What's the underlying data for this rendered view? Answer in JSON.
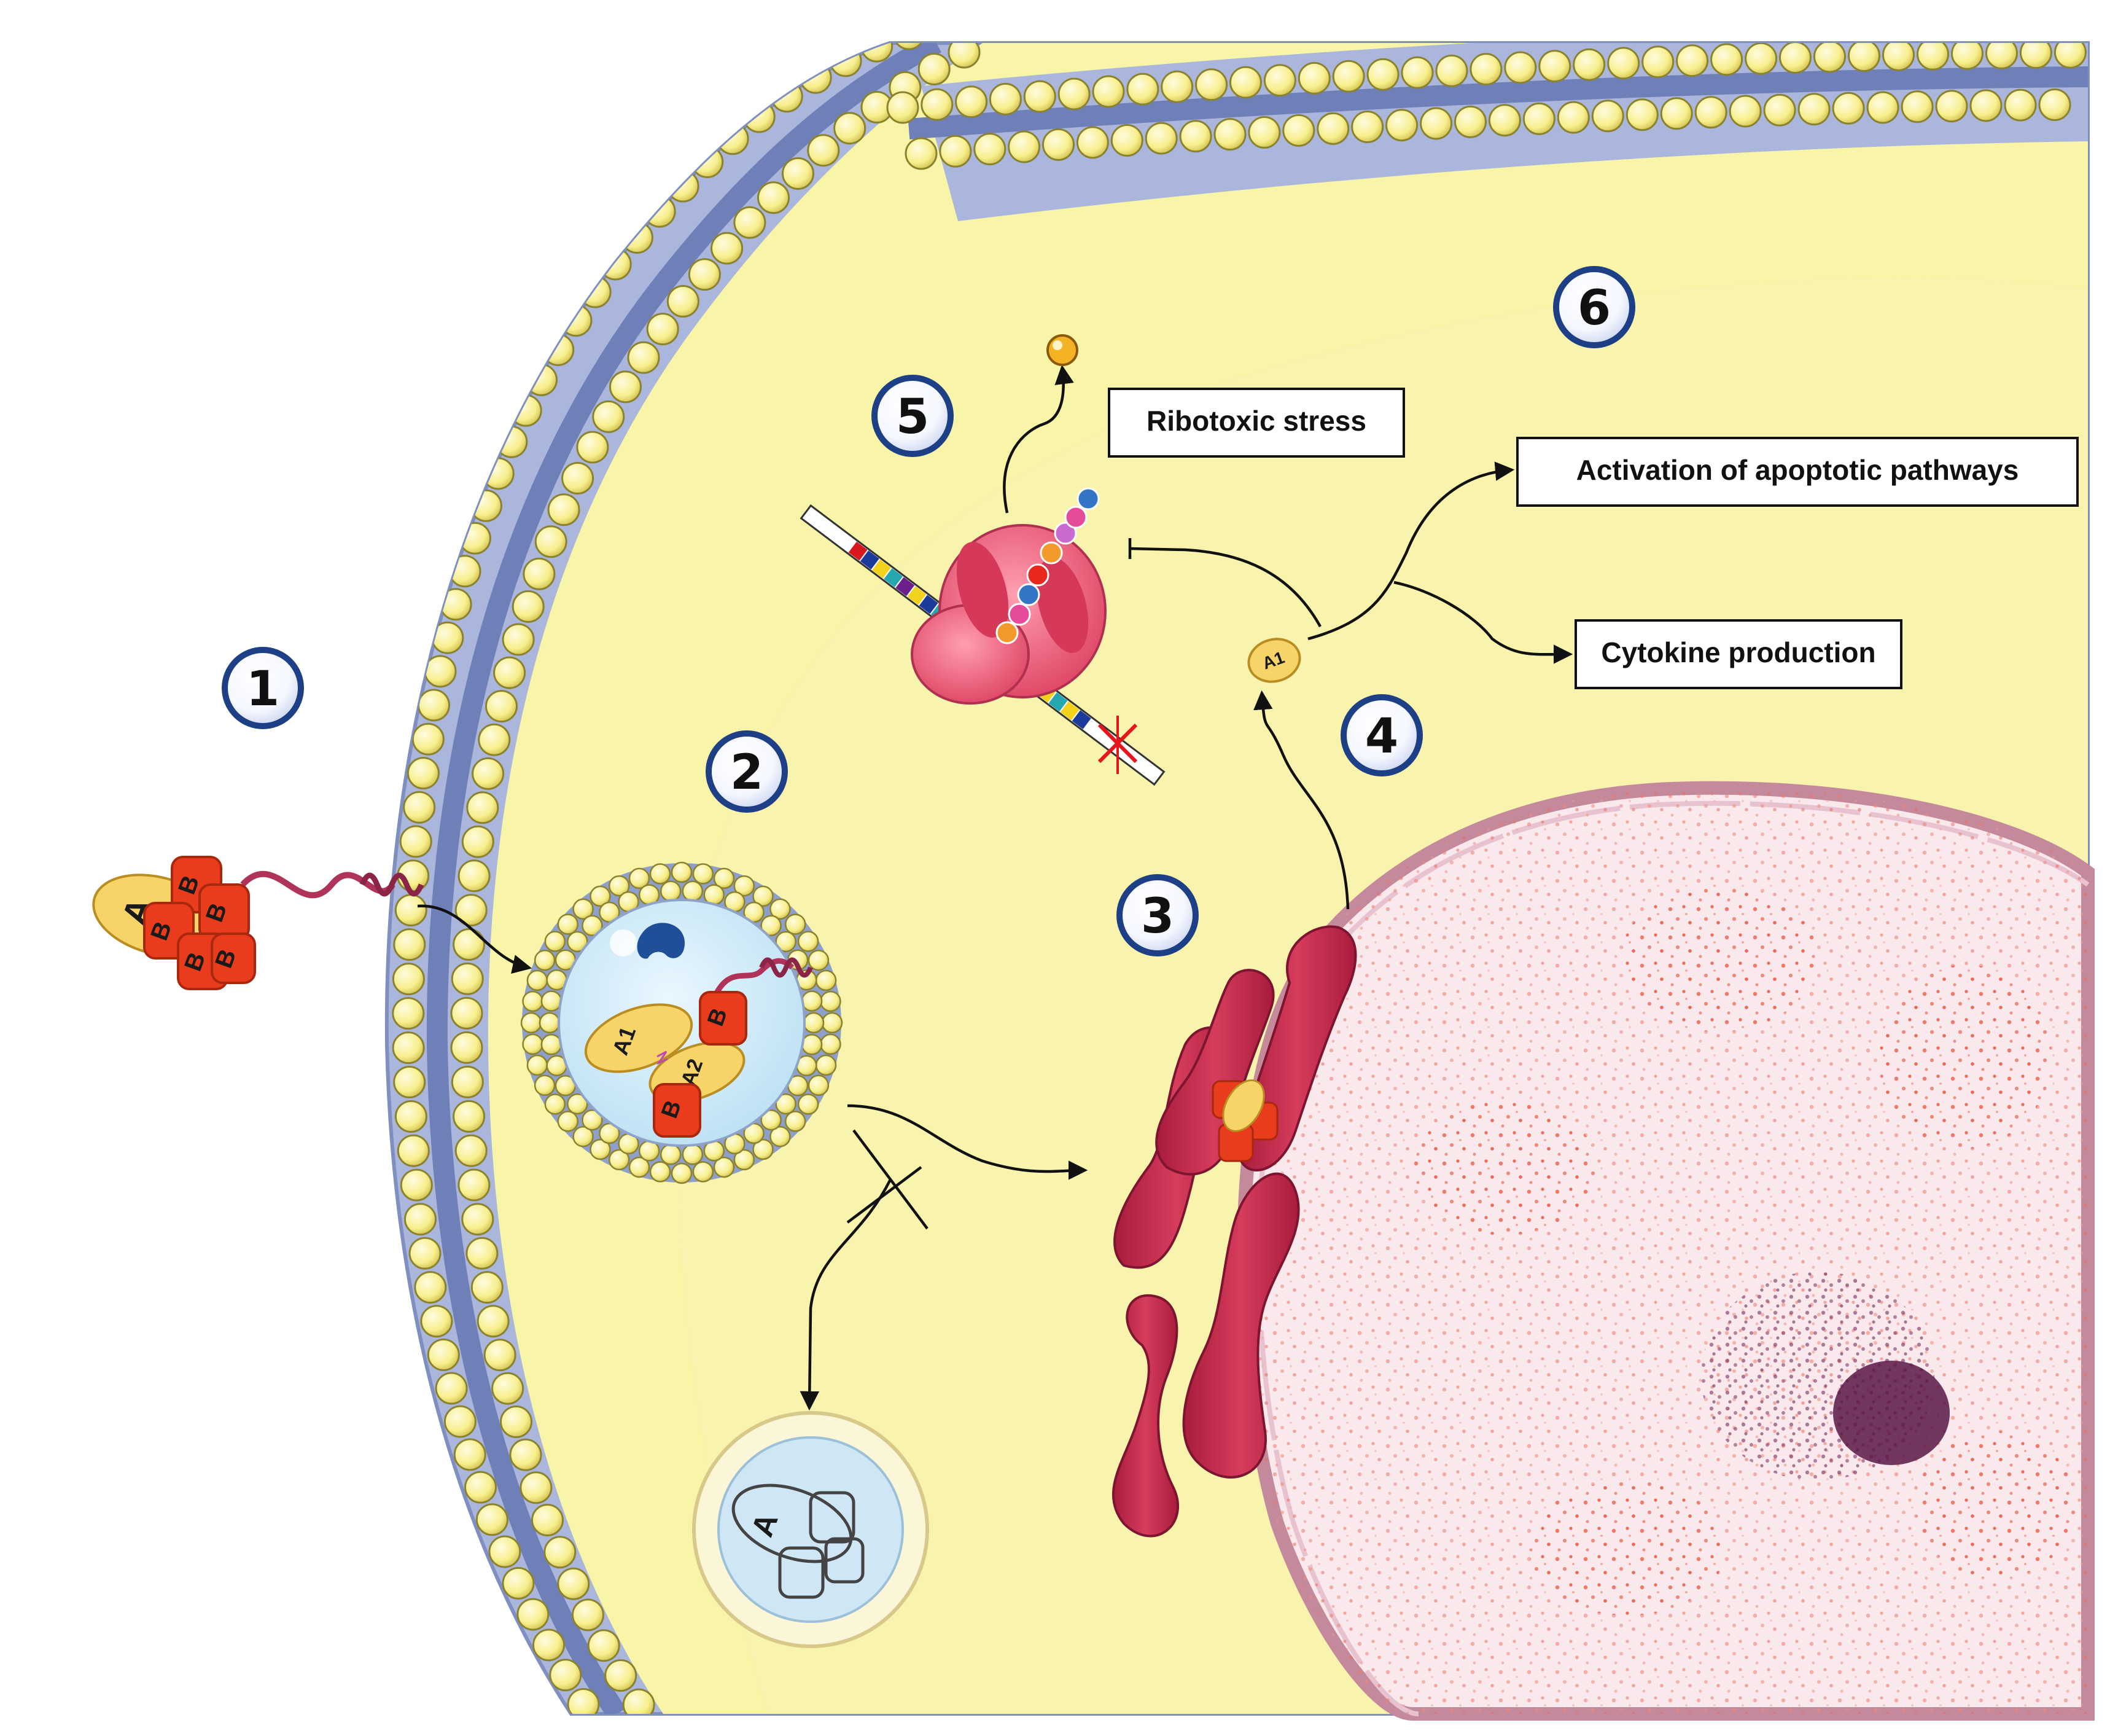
{
  "figure": {
    "step_numbers": [
      "1",
      "2",
      "3",
      "4",
      "5",
      "6"
    ],
    "boxes": {
      "ribotoxic_stress": "Ribotoxic stress",
      "apoptotic_pathways": "Activation of apoptotic pathways",
      "cytokine_production": "Cytokine production"
    },
    "toxin_labels": {
      "a": "A",
      "b": "B",
      "a1": "A1",
      "a2": "A2"
    },
    "colors": {
      "cytoplasm": "#f8f4a8",
      "membrane": "#8f9fcc",
      "lipid_head": "#f7ef8c",
      "golgi_er": "#c2294a",
      "nucleus": "#f9e8ec",
      "toxin_b": "#e83c1c",
      "toxin_a": "#f7d468",
      "number_ring": "#1d3f86"
    }
  }
}
